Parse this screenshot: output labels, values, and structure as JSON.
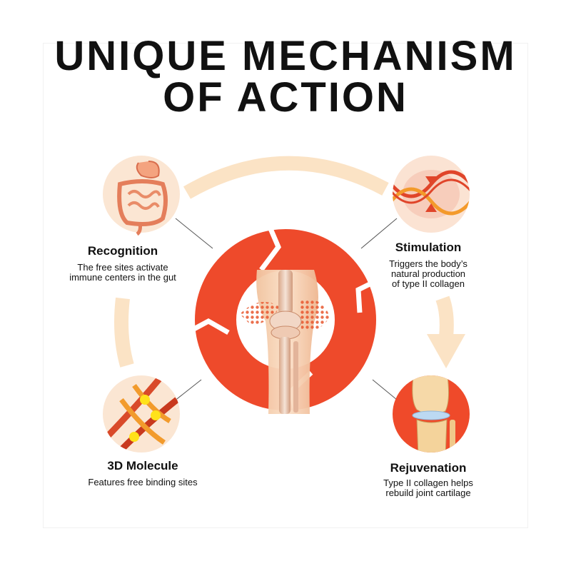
{
  "title": {
    "line1": "UNIQUE MECHANISM",
    "line2": "OF ACTION"
  },
  "steps": {
    "recognition": {
      "heading": "Recognition",
      "text": "The free sites activate\nimmune centers in the gut",
      "icon": "intestine-icon"
    },
    "stimulation": {
      "heading": "Stimulation",
      "text": "Triggers the body’s\nnatural production\nof type II collagen",
      "icon": "collagen-helix-icon"
    },
    "molecule": {
      "heading": "3D Molecule",
      "text": "Features free binding sites",
      "icon": "molecule-icon"
    },
    "rejuvenation": {
      "heading": "Rejuvenation",
      "text": "Type II collagen helps\nrebuild joint cartilage",
      "icon": "knee-joint-icon"
    }
  },
  "center": {
    "icon": "knee-joint-icon"
  },
  "colors": {
    "ring": "#ee4a2b",
    "arrow_light": "#fbe3c5",
    "icon_bg": "#fbe6d3",
    "text": "#111111"
  }
}
